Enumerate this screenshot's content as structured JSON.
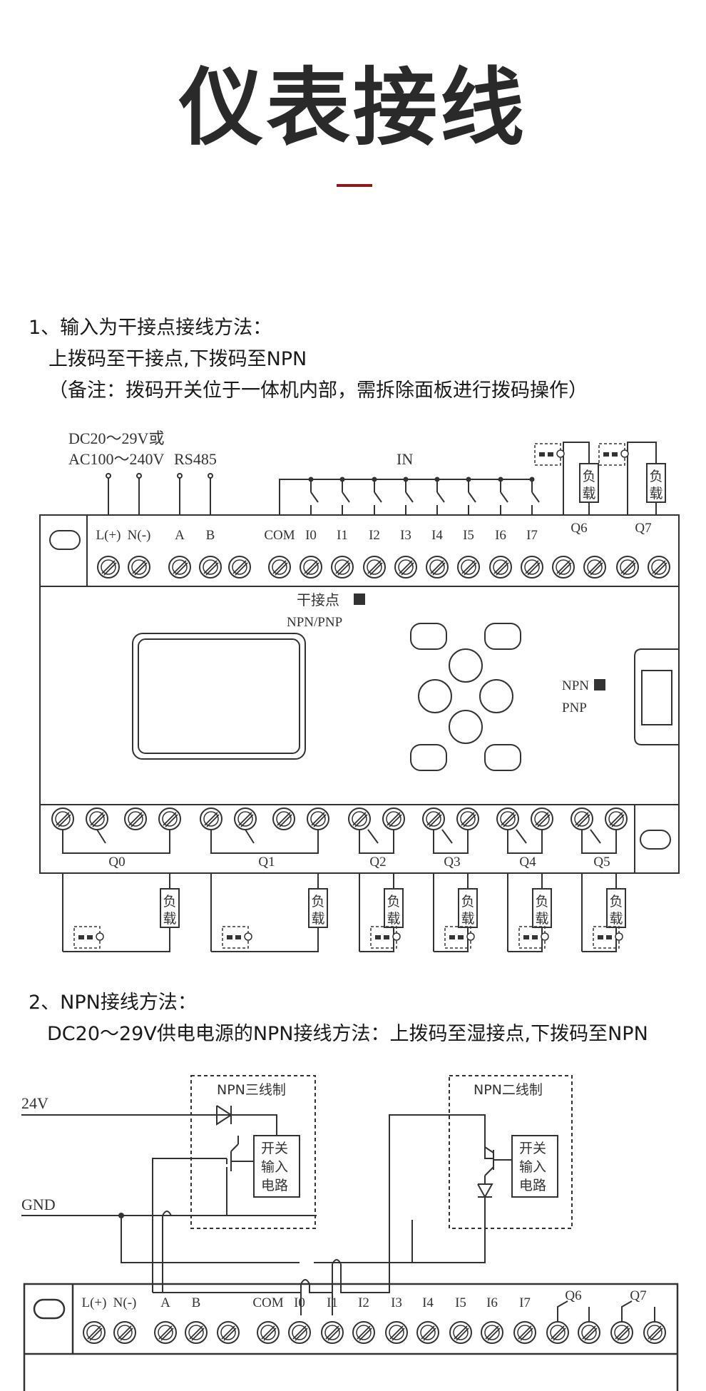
{
  "header": {
    "title": "仪表接线"
  },
  "section1": {
    "heading": "1、输入为干接点接线方法：",
    "line1": "上拨码至干接点,下拨码至NPN",
    "line2": "（备注：拨码开关位于一体机内部，需拆除面板进行拨码操作）"
  },
  "section2": {
    "heading": "2、NPN接线方法：",
    "line1": "DC20～29V供电电源的NPN接线方法：上拨码至湿接点,下拨码至NPN"
  },
  "diagram1": {
    "power_label_1": "DC20～29V或",
    "power_label_2": "AC100～240V",
    "rs485_label": "RS485",
    "in_label": "IN",
    "terminals": [
      "L(+)",
      "N(-)",
      "A",
      "B",
      "COM",
      "I0",
      "I1",
      "I2",
      "I3",
      "I4",
      "I5",
      "I6",
      "I7"
    ],
    "relay_top": [
      "Q6",
      "Q7"
    ],
    "relay_bottom": [
      "Q0",
      "Q1",
      "Q2",
      "Q3",
      "Q4",
      "Q5"
    ],
    "load_char_1": "负",
    "load_char_2": "载",
    "switch_top_label": "干接点",
    "switch_top_label_2": "NPN/PNP",
    "switch_right_label": "NPN",
    "switch_right_label_2": "PNP"
  },
  "diagram2": {
    "label_24v": "24V",
    "label_gnd": "GND",
    "box1_title": "NPN三线制",
    "box2_title": "NPN二线制",
    "circuit_line1": "开关",
    "circuit_line2": "输入",
    "circuit_line3": "电路"
  },
  "colors": {
    "accent": "#8b1a1a",
    "ink": "#333333"
  }
}
